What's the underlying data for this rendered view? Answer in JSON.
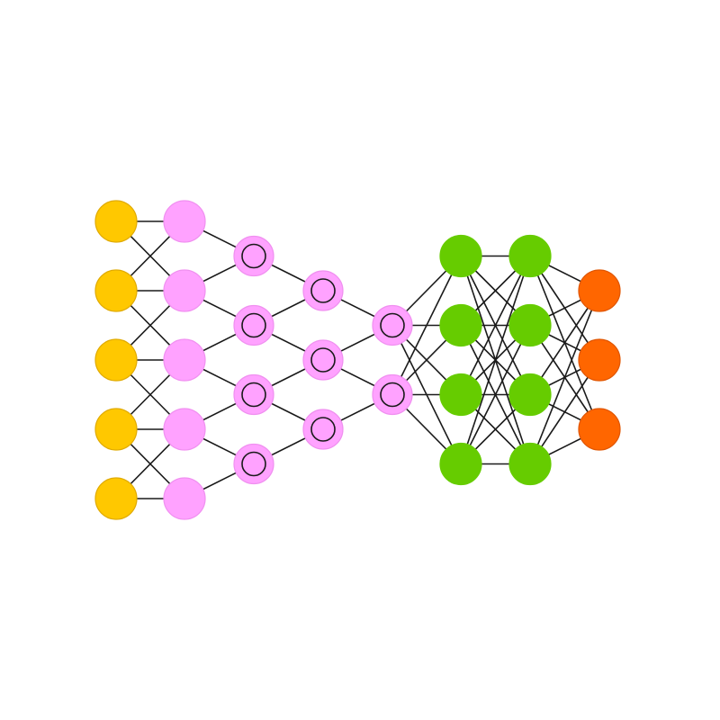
{
  "diagram": {
    "type": "neural-network",
    "colors": {
      "input": "#ffc800",
      "input_stroke": "#e0aa00",
      "conv": "#ffa2ff",
      "conv_stroke": "#f090f0",
      "dense": "#66cc00",
      "output": "#ff6600",
      "output_stroke": "#e05500",
      "edge": "#1a1a1a",
      "inner_ring": "#1a1a1a"
    },
    "layers": [
      {
        "name": "input",
        "kind": "input",
        "nodes": 5,
        "inner_ring": false
      },
      {
        "name": "hidden-1",
        "kind": "conv",
        "nodes": 5,
        "inner_ring": false
      },
      {
        "name": "hidden-2",
        "kind": "conv",
        "nodes": 4,
        "inner_ring": true
      },
      {
        "name": "hidden-3",
        "kind": "conv",
        "nodes": 3,
        "inner_ring": true
      },
      {
        "name": "hidden-4",
        "kind": "conv",
        "nodes": 2,
        "inner_ring": true
      },
      {
        "name": "dense-1",
        "kind": "dense",
        "nodes": 4,
        "inner_ring": false
      },
      {
        "name": "dense-2",
        "kind": "dense",
        "nodes": 4,
        "inner_ring": false
      },
      {
        "name": "output",
        "kind": "output",
        "nodes": 3,
        "inner_ring": false
      }
    ],
    "connections": [
      {
        "from": 0,
        "to": 1,
        "pattern": "local"
      },
      {
        "from": 1,
        "to": 2,
        "pattern": "local"
      },
      {
        "from": 2,
        "to": 3,
        "pattern": "local"
      },
      {
        "from": 3,
        "to": 4,
        "pattern": "local"
      },
      {
        "from": 4,
        "to": 5,
        "pattern": "full"
      },
      {
        "from": 5,
        "to": 6,
        "pattern": "full"
      },
      {
        "from": 6,
        "to": 7,
        "pattern": "full"
      }
    ]
  }
}
